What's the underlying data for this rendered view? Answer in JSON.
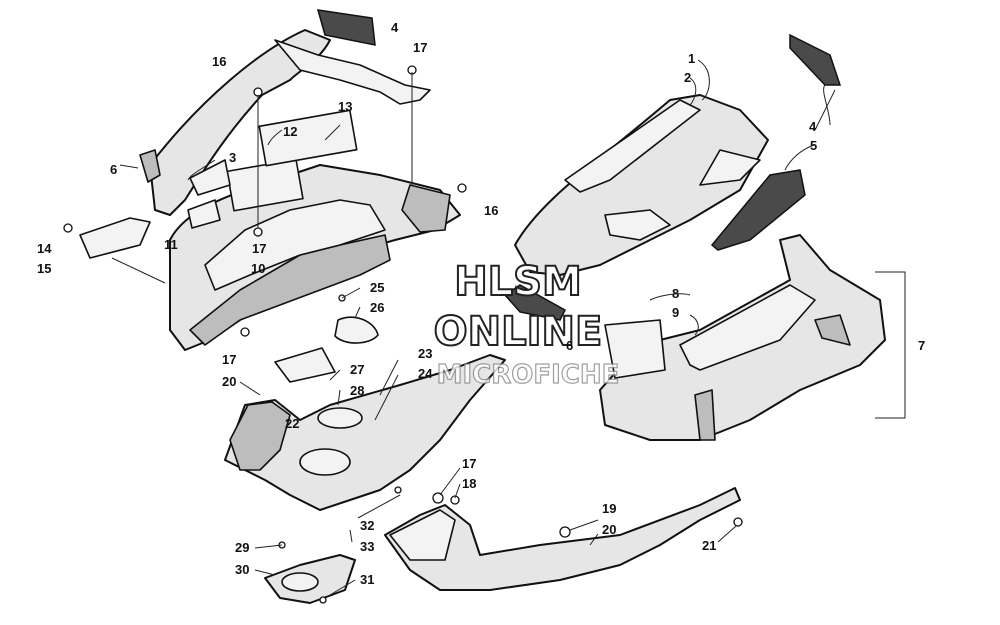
{
  "callouts": [
    {
      "id": "c1",
      "text": "1"
    },
    {
      "id": "c2",
      "text": "2"
    },
    {
      "id": "c3",
      "text": "3"
    },
    {
      "id": "c4a",
      "text": "4"
    },
    {
      "id": "c4b",
      "text": "4"
    },
    {
      "id": "c5",
      "text": "5"
    },
    {
      "id": "c6a",
      "text": "6"
    },
    {
      "id": "c6b",
      "text": "6"
    },
    {
      "id": "c7",
      "text": "7"
    },
    {
      "id": "c8",
      "text": "8"
    },
    {
      "id": "c9",
      "text": "9"
    },
    {
      "id": "c10",
      "text": "10"
    },
    {
      "id": "c11",
      "text": "11"
    },
    {
      "id": "c12",
      "text": "12"
    },
    {
      "id": "c13",
      "text": "13"
    },
    {
      "id": "c14",
      "text": "14"
    },
    {
      "id": "c15",
      "text": "15"
    },
    {
      "id": "c16a",
      "text": "16"
    },
    {
      "id": "c16b",
      "text": "16"
    },
    {
      "id": "c17a",
      "text": "17"
    },
    {
      "id": "c17b",
      "text": "17"
    },
    {
      "id": "c17c",
      "text": "17"
    },
    {
      "id": "c17d",
      "text": "17"
    },
    {
      "id": "c18",
      "text": "18"
    },
    {
      "id": "c19",
      "text": "19"
    },
    {
      "id": "c20a",
      "text": "20"
    },
    {
      "id": "c20b",
      "text": "20"
    },
    {
      "id": "c21",
      "text": "21"
    },
    {
      "id": "c22",
      "text": "22"
    },
    {
      "id": "c23",
      "text": "23"
    },
    {
      "id": "c24",
      "text": "24"
    },
    {
      "id": "c25",
      "text": "25"
    },
    {
      "id": "c26",
      "text": "26"
    },
    {
      "id": "c27",
      "text": "27"
    },
    {
      "id": "c28",
      "text": "28"
    },
    {
      "id": "c29",
      "text": "29"
    },
    {
      "id": "c30",
      "text": "30"
    },
    {
      "id": "c31",
      "text": "31"
    },
    {
      "id": "c32",
      "text": "32"
    },
    {
      "id": "c33",
      "text": "33"
    }
  ],
  "watermark": {
    "line1": "HLSM",
    "line2": "ONLINE",
    "line3": "MICROFICHE"
  }
}
